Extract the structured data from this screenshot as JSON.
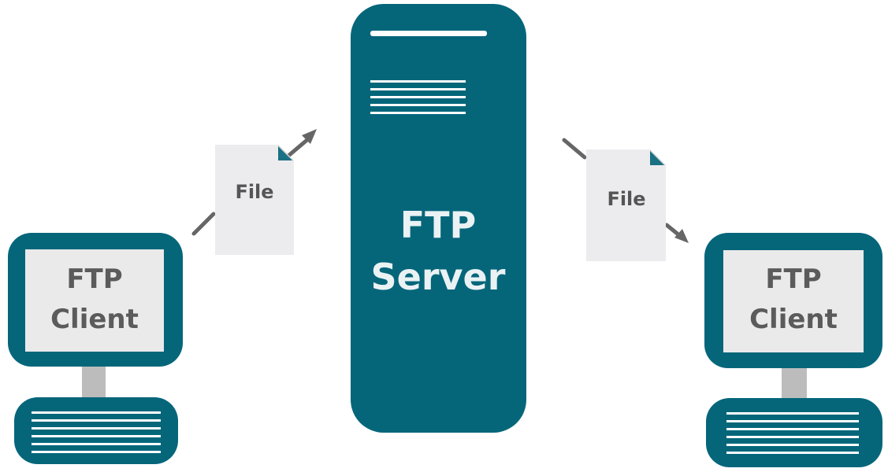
{
  "colors": {
    "primary": "#05667a",
    "screen": "#eaeaeb",
    "server_text": "#eaf2f4",
    "client_text": "#5b5b5b",
    "doc": "#ececee",
    "doc_text": "#555555",
    "arrow": "#666666",
    "stand": "#bcbcbc",
    "stripes": "#ffffff"
  },
  "server": {
    "line1": "FTP",
    "line2": "Server"
  },
  "client_left": {
    "line1": "FTP",
    "line2": "Client"
  },
  "client_right": {
    "line1": "FTP",
    "line2": "Client"
  },
  "file_left": {
    "label": "File"
  },
  "file_right": {
    "label": "File"
  }
}
